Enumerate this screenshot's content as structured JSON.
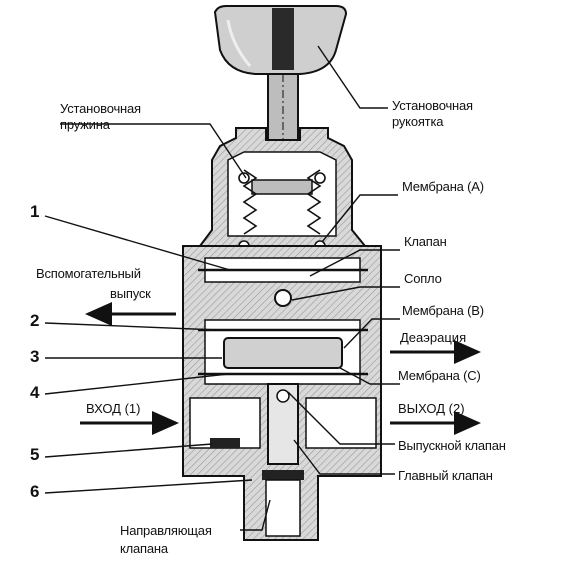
{
  "labels": {
    "adjust_spring_1": "Установочная",
    "adjust_spring_2": "пружина",
    "adjust_knob_1": "Установочная",
    "adjust_knob_2": "рукоятка",
    "membrane_a": "Мембрана (А)",
    "valve": "Клапан",
    "nozzle": "Сопло",
    "membrane_b": "Мембрана (В)",
    "deaeration": "Деаэрация",
    "membrane_c": "Мембрана (С)",
    "outlet": "ВЫХОД (2)",
    "exhaust_valve": "Выпускной клапан",
    "main_valve": "Главный клапан",
    "guide_1": "Направляющая",
    "guide_2": "клапана",
    "aux_exhaust_1": "Вспомогательный",
    "aux_exhaust_2": "выпуск",
    "inlet": "ВХОД (1)"
  },
  "numbers": [
    "1",
    "2",
    "3",
    "4",
    "5",
    "6"
  ]
}
